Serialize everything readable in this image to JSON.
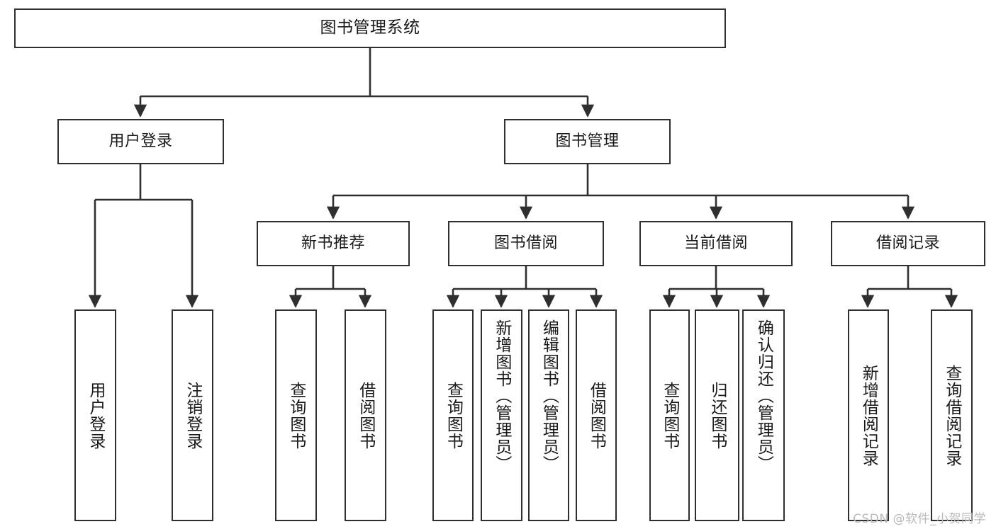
{
  "diagram": {
    "title": "图书管理系统",
    "type": "tree-hierarchy",
    "orientation": "top-down",
    "line_color": "#2f2f2f",
    "box_fill": "#ffffff",
    "text_color": "#1a1a1a",
    "nodes": {
      "root": {
        "label": "图书管理系统"
      },
      "level2": [
        {
          "label": "用户登录"
        },
        {
          "label": "图书管理"
        }
      ],
      "level3": [
        {
          "label": "新书推荐"
        },
        {
          "label": "图书借阅"
        },
        {
          "label": "当前借阅"
        },
        {
          "label": "借阅记录"
        }
      ],
      "leaves": {
        "user_login": [
          {
            "label": "用户登录"
          },
          {
            "label": "注销登录"
          }
        ],
        "new_book_recommend": [
          {
            "label": "查询图书"
          },
          {
            "label": "借阅图书"
          }
        ],
        "book_borrow": [
          {
            "label": "查询图书"
          },
          {
            "label": "新增图书（管理员）"
          },
          {
            "label": "编辑图书（管理员）"
          },
          {
            "label": "借阅图书"
          }
        ],
        "current_borrow": [
          {
            "label": "查询图书"
          },
          {
            "label": "归还图书"
          },
          {
            "label": "确认归还（管理员）"
          }
        ],
        "borrow_record": [
          {
            "label": "新增借阅记录"
          },
          {
            "label": "查询借阅记录"
          }
        ]
      }
    }
  },
  "watermark": {
    "text": "CSDN @软件_小贺同学"
  }
}
